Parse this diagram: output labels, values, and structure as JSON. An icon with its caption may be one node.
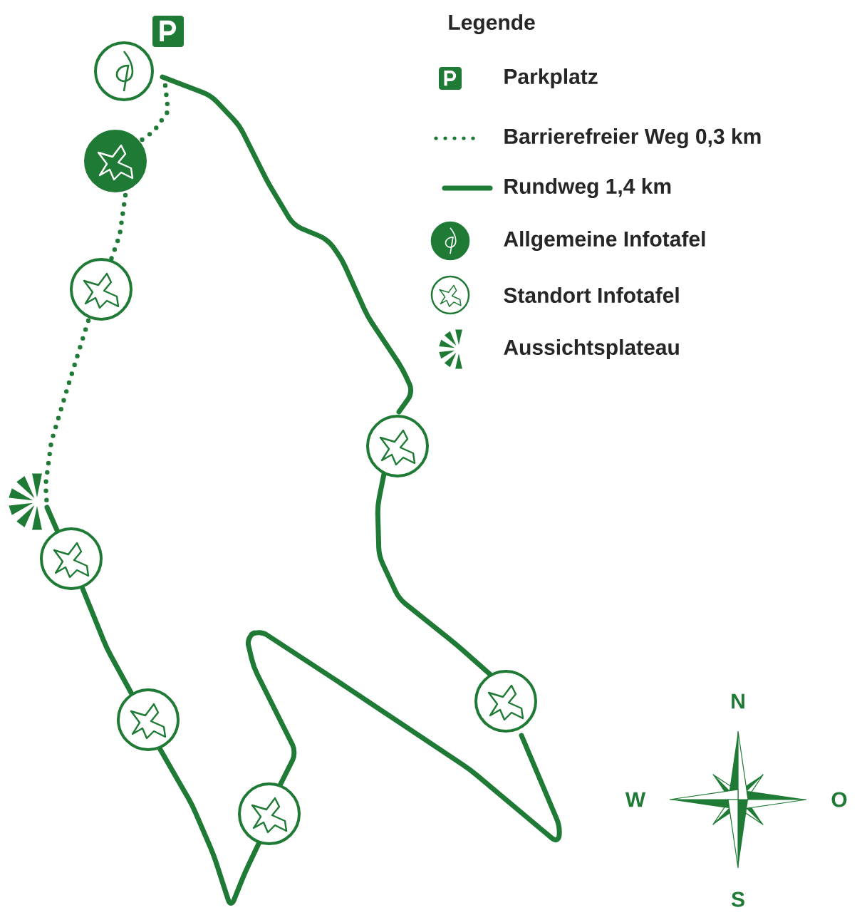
{
  "diagram": {
    "title": "Legende",
    "labels": [
      "N",
      "W",
      "O",
      "S"
    ],
    "legend": [
      {
        "text": "Parkplatz"
      },
      {
        "text": "Barrierefreier Weg 0,3 km"
      },
      {
        "text": "Rundweg 1,4 km"
      },
      {
        "text": "Allgemeine Infotafel"
      },
      {
        "text": "Standort Infotafel"
      },
      {
        "text": "Aussichtsplateau"
      }
    ]
  }
}
